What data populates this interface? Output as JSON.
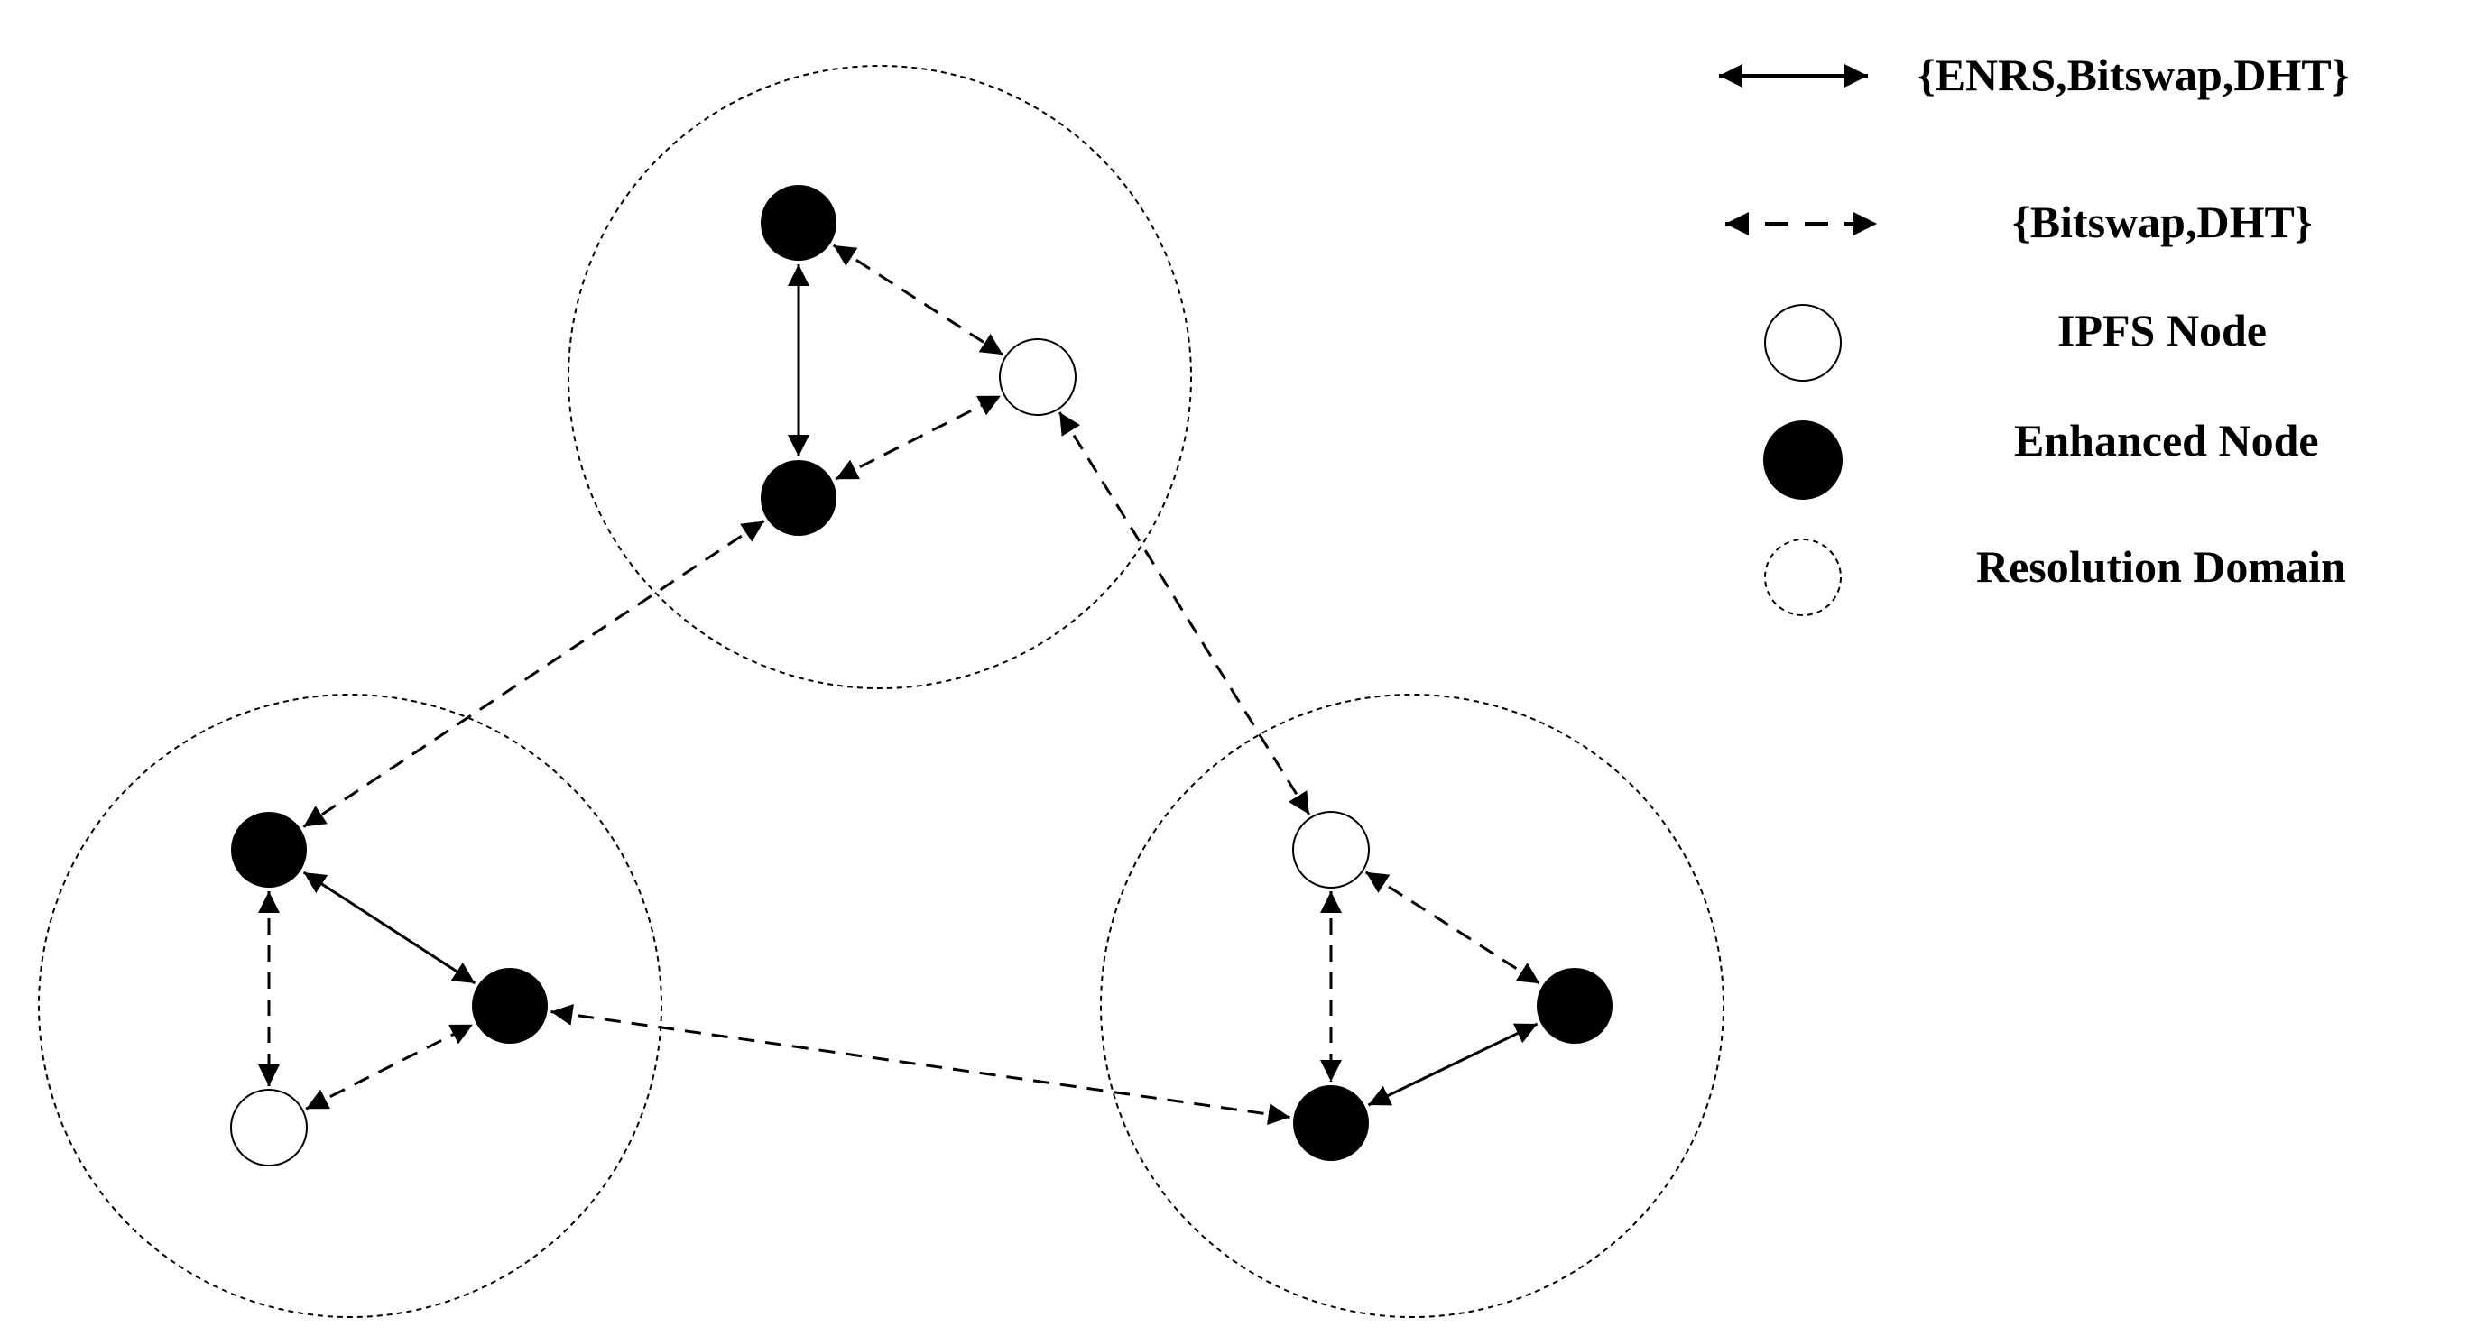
{
  "diagram": {
    "type": "network",
    "legend": {
      "solid_edge": "{ENRS,Bitswap,DHT}",
      "dashed_edge": "{Bitswap,DHT}",
      "ipfs_node": "IPFS Node",
      "enhanced_node": "Enhanced Node",
      "resolution_domain": "Resolution Domain"
    },
    "colors": {
      "ink": "#000000",
      "background": "#ffffff"
    },
    "domains": [
      {
        "id": "domain-top",
        "nodes": [
          "t1",
          "t2",
          "t3"
        ]
      },
      {
        "id": "domain-left",
        "nodes": [
          "l1",
          "l2",
          "l3"
        ]
      },
      {
        "id": "domain-right",
        "nodes": [
          "r1",
          "r2",
          "r3"
        ]
      }
    ],
    "nodes": [
      {
        "id": "t1",
        "kind": "enhanced",
        "domain": "domain-top"
      },
      {
        "id": "t2",
        "kind": "ipfs",
        "domain": "domain-top"
      },
      {
        "id": "t3",
        "kind": "enhanced",
        "domain": "domain-top"
      },
      {
        "id": "l1",
        "kind": "enhanced",
        "domain": "domain-left"
      },
      {
        "id": "l2",
        "kind": "enhanced",
        "domain": "domain-left"
      },
      {
        "id": "l3",
        "kind": "ipfs",
        "domain": "domain-left"
      },
      {
        "id": "r1",
        "kind": "ipfs",
        "domain": "domain-right"
      },
      {
        "id": "r2",
        "kind": "enhanced",
        "domain": "domain-right"
      },
      {
        "id": "r3",
        "kind": "enhanced",
        "domain": "domain-right"
      }
    ],
    "edges": [
      {
        "from": "t1",
        "to": "t3",
        "style": "solid"
      },
      {
        "from": "t1",
        "to": "t2",
        "style": "dashed"
      },
      {
        "from": "t3",
        "to": "t2",
        "style": "dashed"
      },
      {
        "from": "l1",
        "to": "l2",
        "style": "solid"
      },
      {
        "from": "l1",
        "to": "l3",
        "style": "dashed"
      },
      {
        "from": "l3",
        "to": "l2",
        "style": "dashed"
      },
      {
        "from": "r2",
        "to": "r3",
        "style": "solid"
      },
      {
        "from": "r1",
        "to": "r3",
        "style": "dashed"
      },
      {
        "from": "r1",
        "to": "r2",
        "style": "dashed"
      },
      {
        "from": "t3",
        "to": "l1",
        "style": "dashed"
      },
      {
        "from": "t2",
        "to": "r1",
        "style": "dashed"
      },
      {
        "from": "l2",
        "to": "r2",
        "style": "dashed"
      }
    ]
  }
}
